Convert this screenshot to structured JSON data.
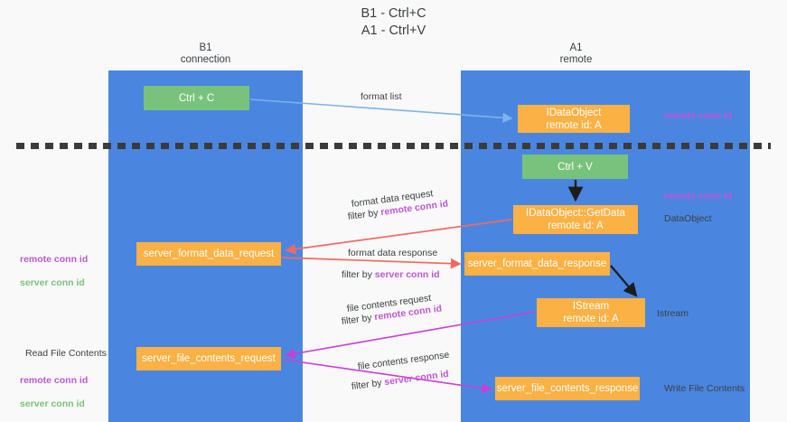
{
  "title": "B1 - Ctrl+C\nA1 - Ctrl+V",
  "columns": [
    {
      "name": "b1",
      "head": "B1\nconnection"
    },
    {
      "name": "a1",
      "head": "A1\nremote"
    }
  ],
  "nodes": [
    {
      "id": "ctrlc",
      "label": "Ctrl + C",
      "color": "#78c37c"
    },
    {
      "id": "idataobject",
      "label": "IDataObject\nremote id: A",
      "color": "#fbb144"
    },
    {
      "id": "ctrlv",
      "label": "Ctrl + V",
      "color": "#78c37c"
    },
    {
      "id": "getdata",
      "label": "IDataObject::GetData\nremote id: A",
      "color": "#fbb144"
    },
    {
      "id": "sfdreq",
      "label": "server_format_data_request",
      "color": "#fbb144"
    },
    {
      "id": "sfdres",
      "label": "server_format_data_response",
      "color": "#fbb144"
    },
    {
      "id": "istream",
      "label": "IStream\nremote id: A",
      "color": "#fbb144"
    },
    {
      "id": "sfcreq",
      "label": "server_file_contents_request",
      "color": "#fbb144"
    },
    {
      "id": "sfcres",
      "label": "server_file_contents_response",
      "color": "#fbb144"
    }
  ],
  "flow_labels": {
    "format_list": "format list",
    "format_data_request": "format data request",
    "format_data_request_filter_prefix": "filter by ",
    "format_data_request_filter_key": "remote conn id",
    "format_data_response": "format data response",
    "format_data_response_filter_prefix": "filter by ",
    "format_data_response_filter_key": "server conn id",
    "file_contents_request": "file contents request",
    "file_contents_request_filter_prefix": "filter by ",
    "file_contents_request_filter_key": "remote conn id",
    "file_contents_response": "file contents response",
    "file_contents_response_filter_prefix": "filter by ",
    "file_contents_response_filter_key": "server conn id"
  },
  "side_labels": {
    "right_remote_conn_id_top": "remote conn id",
    "right_remote_conn_id_mid": "remote conn id",
    "right_dataobject": "DataObject",
    "right_istream": "Istream",
    "right_write_file_contents": "Write File Contents",
    "left_remote_conn_id": "remote conn id",
    "left_server_conn_id": "server conn id",
    "left_read_file_contents": "Read File Contents",
    "left_remote_conn_id_2": "remote conn id",
    "left_server_conn_id_2": "server conn id"
  },
  "colors": {
    "column_blue": "#4a86e0",
    "node_green": "#78c37c",
    "node_orange": "#fbb144",
    "accent_purple": "#c056d6",
    "accent_green": "#78c37c",
    "arrow_blue": "#7fb3e8",
    "arrow_red": "#ef6b62",
    "arrow_magenta": "#c83fd6",
    "arrow_black": "#1c1c1c",
    "background": "#f9f9f9",
    "divider": "#3b3b3b"
  }
}
